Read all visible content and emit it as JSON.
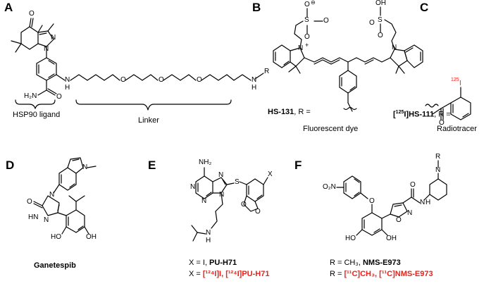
{
  "colors": {
    "ink": "#000000",
    "highlight": "#e8221c"
  },
  "panels": {
    "A": {
      "letter": "A",
      "brace_left_label": "HSP90 ligand",
      "brace_right_label": "Linker",
      "atoms": {
        "o_ketone": "O",
        "n1": "N",
        "n2": "N",
        "h2n": "H₂N",
        "o_amide": "O",
        "nh1": "N",
        "h1": "H",
        "nh2": "N",
        "h2": "H",
        "r": "R"
      }
    },
    "B": {
      "letter": "B",
      "compound": "HS-131",
      "r_eq": ", R =",
      "caption": "Fluorescent dye",
      "atoms": {
        "so3_top": "O",
        "s1": "S",
        "o1a": "O",
        "o1b": "O",
        "n_plus": "N",
        "plus": "+",
        "oh": "OH",
        "s2": "S",
        "o2a": "O",
        "o2b": "O",
        "n2": "N"
      }
    },
    "C": {
      "letter": "C",
      "compound_prefix": "[",
      "isotope": "125",
      "element": "I]HS-111",
      "r_eq": ", R =",
      "caption": "Radiotracer",
      "iodine_isotope": "125",
      "iodine": "I",
      "o": "O"
    },
    "D": {
      "letter": "D",
      "name": "Ganetespib",
      "atoms": {
        "o": "O",
        "n_indole": "N",
        "n_tri": "N",
        "hn": "HN",
        "n2": "N",
        "ho1": "HO",
        "oh2": "OH"
      }
    },
    "E": {
      "letter": "E",
      "atoms": {
        "nh2": "NH₂",
        "n1": "N",
        "n3": "N",
        "n7": "N",
        "n9": "N",
        "s": "S",
        "x": "X",
        "o1": "O",
        "o2": "O",
        "nh": "N",
        "h": "H"
      },
      "line1_prefix": "X = I, ",
      "line1_name": "PU-H71",
      "line2_prefix": "X = ",
      "line2_red": "[¹²⁴I]I, [¹²⁴I]PU-H71"
    },
    "F": {
      "letter": "F",
      "atoms": {
        "r": "R",
        "n_pip": "N",
        "o2n": "O₂N",
        "o_ether": "O",
        "o_amide": "O",
        "nh": "N",
        "h": "H",
        "n_iso": "N",
        "o_iso": "O",
        "ho": "HO",
        "oh": "OH"
      },
      "line1_prefix": "R = CH₃, ",
      "line1_name": "NMS-E973",
      "line2_prefix": "R = ",
      "line2_red": "[¹¹C]CH₃, [¹¹C]NMS-E973"
    }
  }
}
